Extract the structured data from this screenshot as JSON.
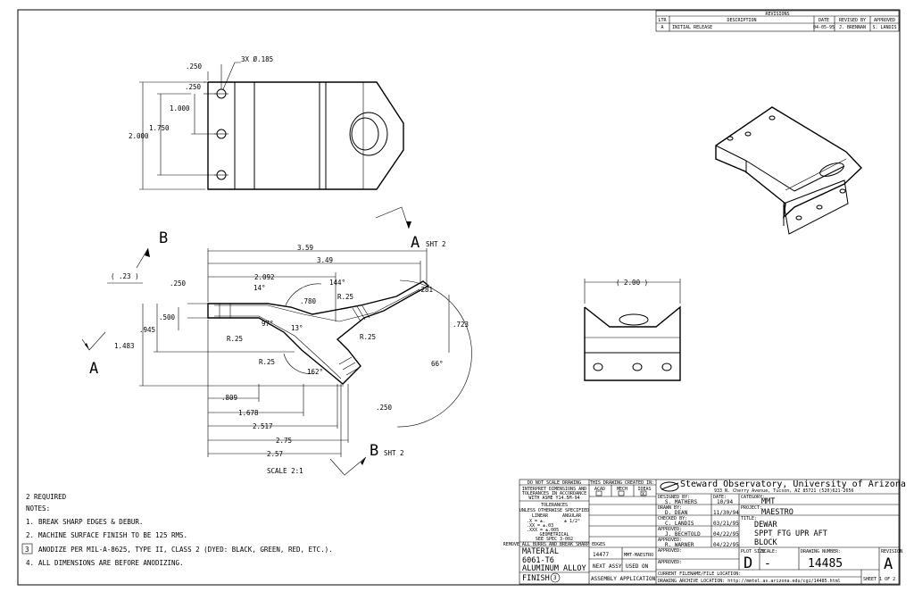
{
  "revisions": {
    "title": "REVISIONS",
    "headers": [
      "LTR",
      "DESCRIPTION",
      "DATE",
      "REVISED BY",
      "APPROVED"
    ],
    "row": [
      "A",
      "INITIAL RELEASE",
      "04-05-95",
      "J. BRENNAN",
      "S. LANDIS"
    ]
  },
  "top_view": {
    "callout": "3X Ø.185",
    "d_250a": ".250",
    "d_250b": ".250",
    "d_1000": "1.000",
    "d_1750": "1.750",
    "d_2000": "2.000"
  },
  "section_view": {
    "d_359": "3.59",
    "d_349": "3.49",
    "d_2092": "2.092",
    "d_250": ".250",
    "d_023": "( .23 )",
    "d_500": ".500",
    "d_945": ".945",
    "d_1483": "1.483",
    "d_809": ".809",
    "d_1678": "1.678",
    "d_2517": "2.517",
    "d_275": "2.75",
    "d_257": "2.57",
    "d_281": ".281",
    "d_723": ".723",
    "d_250b": ".250",
    "d_780": ".780",
    "a14": "14°",
    "a144": "144°",
    "a97": "97°",
    "a13": "13°",
    "a162": "162°",
    "a66": "66°",
    "r1": "R.25",
    "r2": "R.25",
    "r3": "R.25",
    "r4": "R.25",
    "label_a": "A",
    "label_a2": "A",
    "sht_a": "SHT 2",
    "label_b": "B",
    "label_b2": "B",
    "sht_b": "SHT 2",
    "scale": "SCALE 2:1"
  },
  "end_view": {
    "d_200": "( 2.00 )"
  },
  "notes": {
    "qty": "2 REQUIRED",
    "header": "NOTES:",
    "items": [
      {
        "num": "1.",
        "text": "BREAK SHARP EDGES & DEBUR."
      },
      {
        "num": "2.",
        "text": "MACHINE SURFACE FINISH TO BE 125 RMS."
      },
      {
        "num": "3",
        "text": "ANODIZE PER MIL-A-8625, TYPE II, CLASS 2 (DYED: BLACK, GREEN, RED, ETC.)."
      },
      {
        "num": "4.",
        "text": "ALL DIMENSIONS ARE BEFORE ANODIZING."
      }
    ]
  },
  "title_block": {
    "dnsd": "DO NOT SCALE DRAWING",
    "interpret": [
      "INTERPRET DIMENSIONS AND",
      "TOLERANCES IN ACCORDANCE",
      "WITH ASME Y14.5M-94"
    ],
    "tolerances": "TOLERANCES",
    "unless": "UNLESS OTHERWISE SPECIFIED",
    "linear": "LINEAR",
    "angular": "ANGULAR",
    "tol_rows": [
      ".X  = ±.",
      ".XX = ±.03",
      ".XXX = ±.005"
    ],
    "tol_ang": "± 1/2°",
    "geometrical": "GEOMETRICAL",
    "geo_spec": "SEE SPEC 3-002",
    "remove": "REMOVE ALL BURRS AND BREAK SHARP EDGES",
    "material_label": "MATERIAL",
    "material": "6061-T6",
    "material2": "ALUMINUM ALLOY",
    "finish_label": "FINISH",
    "finish_note": "3",
    "created_in": "THIS DRAWING CREATED IN:",
    "autocad": "ACAD",
    "mech": "MECH",
    "ideas": "IDEAS",
    "ideas_mark": "X",
    "partno": "14477",
    "next_assy_val": "MMT-MAESTRO",
    "next_assy": "NEXT ASSY",
    "used_on": "USED ON",
    "assembly": "ASSEMBLY APPLICATION",
    "org": "Steward Observatory, University of Arizona",
    "address": "933 N. Cherry Avenue, Tucson, AZ 85721  (520)621-2656",
    "designed_by_label": "DESIGNED BY:",
    "designed_by": "S. MATHERS",
    "date_label": "DATE:",
    "designed_date": "10/94",
    "drawn_by_label": "DRAWN BY:",
    "drawn_by": "D. DEAN",
    "drawn_date": "11/30/94",
    "checked_by_label": "CHECKED BY:",
    "checked_by": "C. LANDIS",
    "checked_date": "03/21/95",
    "approved1_label": "APPROVED:",
    "approved1": "J. BECHTOLD",
    "approved1_date": "04/22/95",
    "approved2_label": "APPROVED:",
    "approved2": "R. WARNER",
    "approved2_date": "04/22/95",
    "approved3_label": "APPROVED:",
    "approved4_label": "APPROVED:",
    "category_label": "CATEGORY:",
    "category": "MMT",
    "project_label": "PROJECT:",
    "project": "MAESTRO",
    "title_label": "TITLE:",
    "title_lines": [
      "DEWAR",
      "SPPT FTG UPR AFT",
      "BLOCK"
    ],
    "plot_size_label": "PLOT SIZE",
    "plot_size": "D",
    "scale_label": "SCALE:",
    "scale": "-",
    "drawing_no_label": "DRAWING NUMBER:",
    "drawing_no": "14485",
    "revision_label": "REVISION",
    "revision": "A",
    "sheet": "SHEET 1 OF 2",
    "current_file": "CURRENT FILENAME/FILE LOCATION:",
    "drawing_archive": "DRAWING ARCHIVE LOCATION: http://mmtel.as.arizona.edu/cgi/14485.html"
  }
}
